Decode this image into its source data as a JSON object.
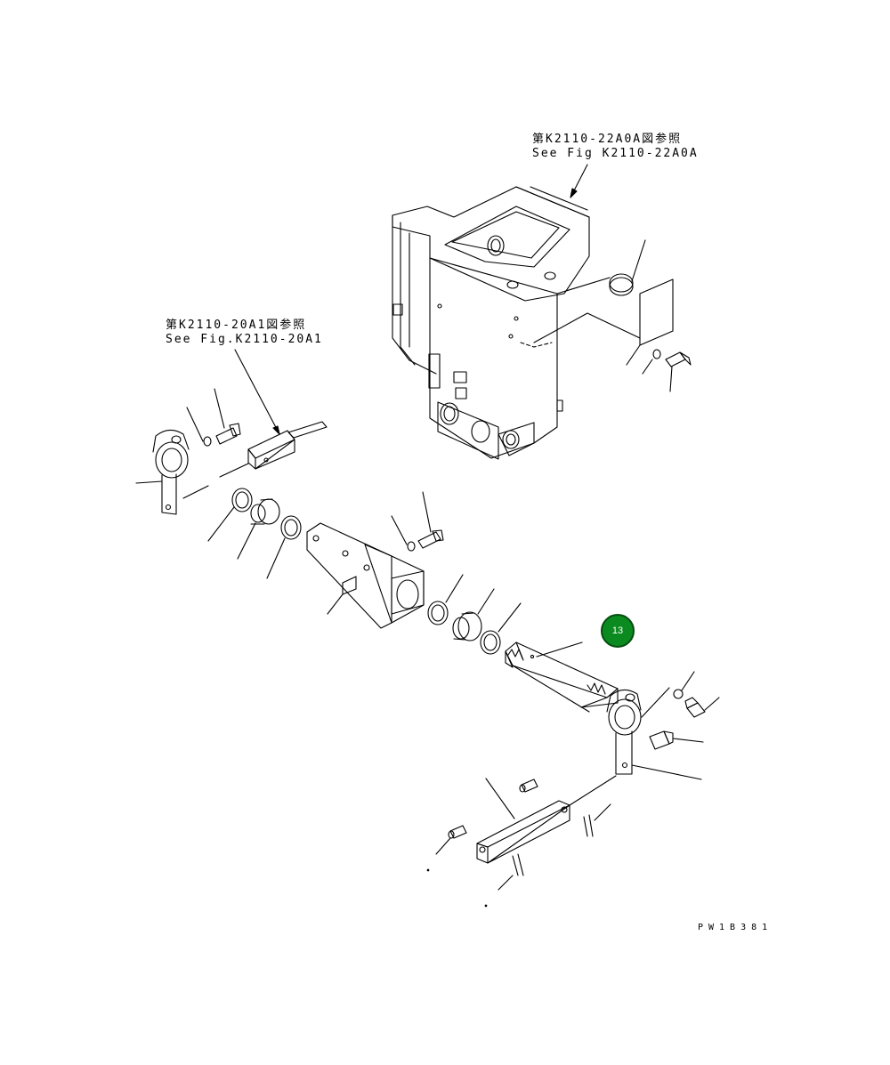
{
  "references": {
    "upper": {
      "line1": "第K2110-22A0A図参照",
      "line2": "See Fig K2110-22A0A"
    },
    "left": {
      "line1": "第K2110-20A1図参照",
      "line2": "See Fig.K2110-20A1"
    }
  },
  "callout": {
    "label": "13",
    "color": "#0b8a1f"
  },
  "drawing_code": "PW1B381"
}
